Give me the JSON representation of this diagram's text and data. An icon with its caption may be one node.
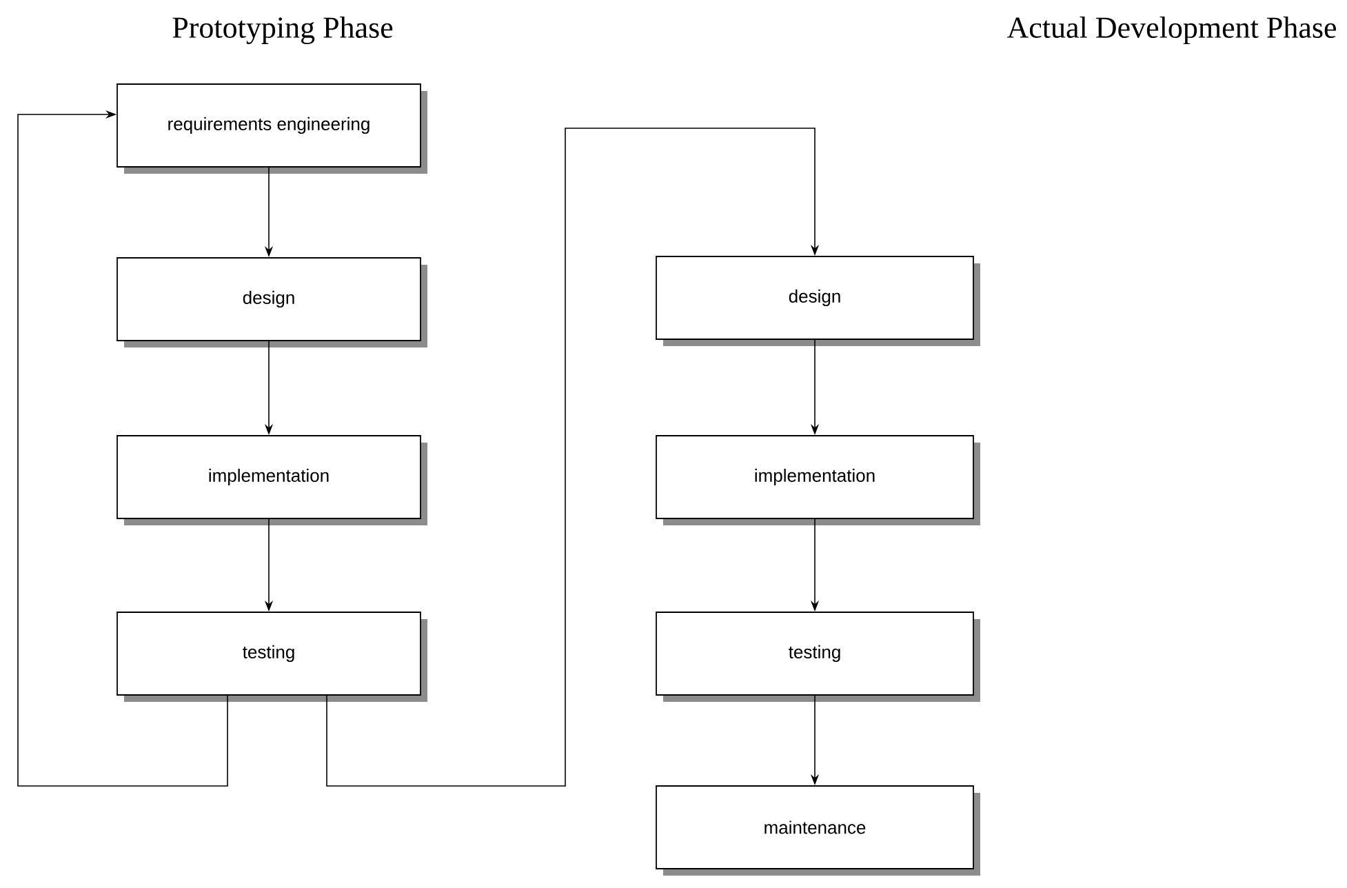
{
  "diagram": {
    "nodes": [
      {
        "text": [
          "requirements engineering"
        ]
      },
      {
        "text": [
          "design"
        ]
      },
      {
        "text": [
          "implementation"
        ]
      },
      {
        "text": [
          "testing"
        ]
      },
      {
        "text": [
          "design"
        ]
      },
      {
        "text": [
          "implementation"
        ]
      },
      {
        "text": [
          "testing"
        ]
      },
      {
        "text": [
          "maintenance"
        ]
      }
    ],
    "edges": [
      {
        "from": 0,
        "to": 1,
        "arrow": "to"
      },
      {
        "from": 1,
        "to": 2,
        "arrow": "to"
      },
      {
        "from": 2,
        "to": 3,
        "arrow": "to"
      },
      {
        "from": 3,
        "to": 0,
        "arrow": "to"
      },
      {
        "from": 3,
        "to": 4,
        "arrow": "to"
      },
      {
        "from": 4,
        "to": 5,
        "arrow": "to"
      },
      {
        "from": 5,
        "to": 6,
        "arrow": "to"
      },
      {
        "from": 6,
        "to": 7,
        "arrow": "to"
      }
    ],
    "labels": [
      "Prototyping Phase",
      "Actual Development Phase"
    ]
  }
}
